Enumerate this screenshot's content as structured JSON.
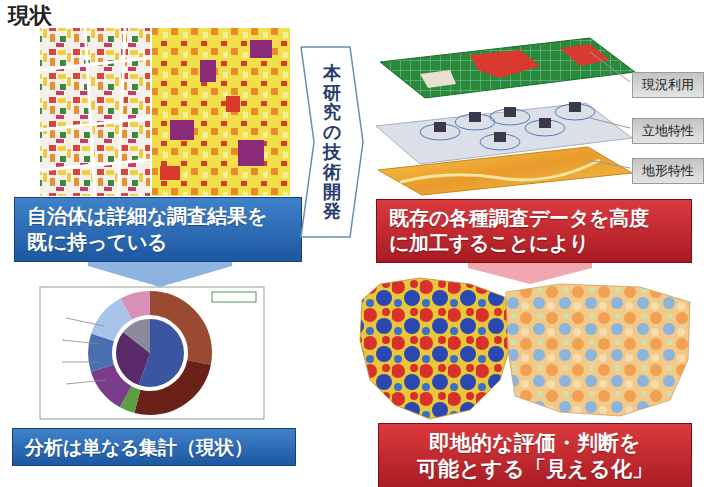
{
  "diagram": {
    "title": "現状",
    "nodes": [
      {
        "text": [
          "自治体は詳細な調査結果を 既に持っている"
        ]
      },
      {
        "text": [
          "分析は単なる集計（現状）"
        ]
      },
      {
        "text": [
          "本研究の技術開発"
        ]
      },
      {
        "text": [
          "現況利用"
        ]
      },
      {
        "text": [
          "立地特性"
        ]
      },
      {
        "text": [
          "地形特性"
        ]
      },
      {
        "text": [
          "既存の各種調査データを高度 に加工することにより"
        ]
      },
      {
        "text": [
          "即地的な評価・判断を 可能とする「見える化」"
        ]
      }
    ]
  }
}
